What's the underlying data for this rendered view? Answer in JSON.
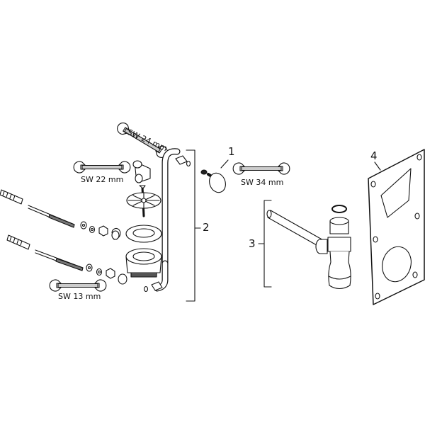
{
  "diagram": {
    "callouts": {
      "one": "1",
      "two": "2",
      "three": "3",
      "four": "4"
    },
    "wrenches": {
      "sw24": "SW 24 mm",
      "sw22": "SW 22 mm",
      "sw34": "SW 34 mm",
      "sw13": "SW 13 mm"
    },
    "colors": {
      "line": "#111111",
      "fill": "#ffffff",
      "shade": "#9a9a9a"
    }
  }
}
